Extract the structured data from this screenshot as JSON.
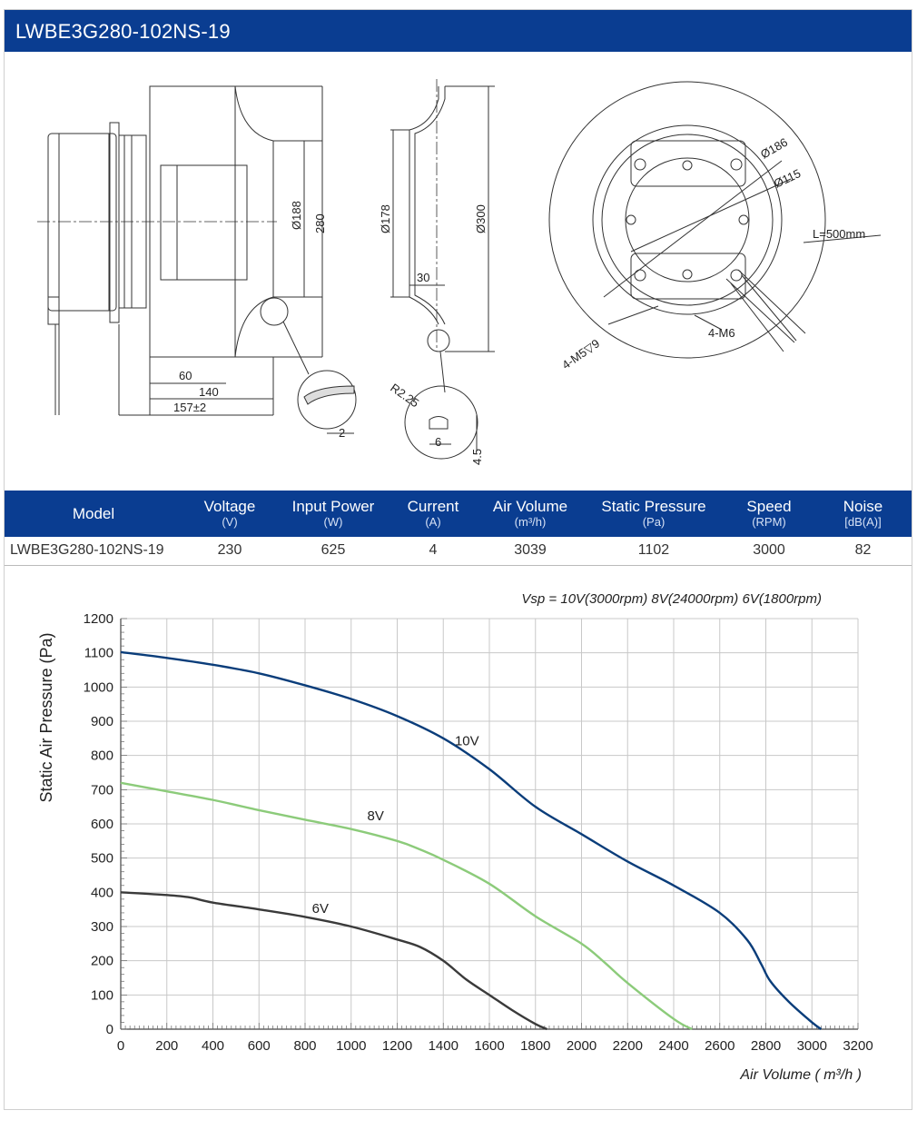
{
  "header": {
    "title": "LWBE3G280-102NS-19"
  },
  "drawing": {
    "dims": {
      "d188": "Ø188",
      "h280": "280",
      "w60": "60",
      "w140": "140",
      "w157": "157±2",
      "t2": "2",
      "d178": "Ø178",
      "d300": "Ø300",
      "w30": "30",
      "r225": "R2.25",
      "w6": "6",
      "h45": "4.5",
      "d186": "Ø186",
      "d115": "Ø115",
      "cable": "L=500mm",
      "m6": "4-M6",
      "m5": "4-M5▽9"
    }
  },
  "table": {
    "headers": [
      {
        "label": "Model",
        "unit": ""
      },
      {
        "label": "Voltage",
        "unit": "(V)"
      },
      {
        "label": "Input Power",
        "unit": "(W)"
      },
      {
        "label": "Current",
        "unit": "(A)"
      },
      {
        "label": "Air Volume",
        "unit": "(m³/h)"
      },
      {
        "label": "Static Pressure",
        "unit": "(Pa)"
      },
      {
        "label": "Speed",
        "unit": "(RPM)"
      },
      {
        "label": "Noise",
        "unit": "[dB(A)]"
      }
    ],
    "rows": [
      [
        "LWBE3G280-102NS-19",
        "230",
        "625",
        "4",
        "3039",
        "1102",
        "3000",
        "82"
      ]
    ]
  },
  "chart_data": {
    "type": "line",
    "title": "Vsp = 10V(3000rpm)  8V(24000rpm)   6V(1800rpm)",
    "xlabel": "Air Volume ( m³/h )",
    "ylabel": "Static Air Pressure  (Pa)",
    "xlim": [
      0,
      3200
    ],
    "ylim": [
      0,
      1200
    ],
    "xticks": [
      0,
      200,
      400,
      600,
      800,
      1000,
      1200,
      1400,
      1600,
      1800,
      2000,
      2200,
      2400,
      2600,
      2800,
      3000,
      3200
    ],
    "yticks": [
      0,
      100,
      200,
      300,
      400,
      500,
      600,
      700,
      800,
      900,
      1000,
      1100,
      1200
    ],
    "grid": true,
    "series": [
      {
        "name": "10V",
        "color": "#0a3d7a",
        "x": [
          0,
          200,
          400,
          600,
          800,
          1000,
          1200,
          1400,
          1600,
          1800,
          2000,
          2200,
          2400,
          2600,
          2720,
          2780,
          2820,
          2900,
          3000,
          3040
        ],
        "y": [
          1102,
          1085,
          1065,
          1040,
          1005,
          965,
          915,
          850,
          760,
          650,
          570,
          490,
          420,
          340,
          260,
          190,
          140,
          80,
          20,
          0
        ]
      },
      {
        "name": "8V",
        "color": "#8ccb7a",
        "x": [
          0,
          200,
          400,
          600,
          800,
          1000,
          1200,
          1300,
          1400,
          1600,
          1800,
          2000,
          2100,
          2200,
          2400,
          2480
        ],
        "y": [
          720,
          695,
          670,
          640,
          612,
          585,
          550,
          525,
          495,
          425,
          330,
          250,
          195,
          135,
          30,
          0
        ]
      },
      {
        "name": "6V",
        "color": "#3a3a3a",
        "x": [
          0,
          200,
          300,
          400,
          600,
          800,
          1000,
          1200,
          1300,
          1400,
          1500,
          1600,
          1700,
          1800,
          1850
        ],
        "y": [
          400,
          392,
          385,
          370,
          350,
          328,
          300,
          262,
          240,
          200,
          145,
          100,
          55,
          15,
          0
        ]
      }
    ],
    "series_label_pos": [
      {
        "name": "10V",
        "x": 1450,
        "y": 830
      },
      {
        "name": "8V",
        "x": 1070,
        "y": 610
      },
      {
        "name": "6V",
        "x": 830,
        "y": 340
      }
    ]
  }
}
